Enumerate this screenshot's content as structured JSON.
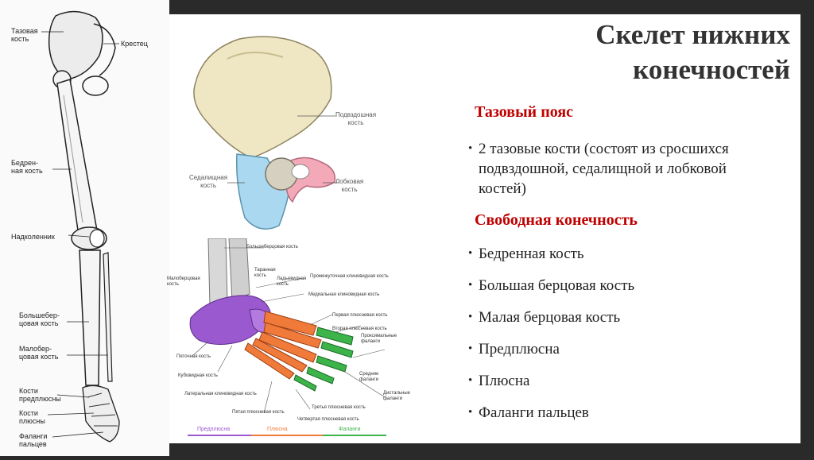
{
  "title": "Скелет нижних конечностей",
  "sections": [
    {
      "heading": "Тазовый пояс",
      "items": [
        "2 тазовые кости (состоят из сросшихся подвздошной, седалищной и лобковой костей)"
      ]
    },
    {
      "heading": "Свободная конечность",
      "items": [
        "Бедренная кость",
        "Большая берцовая кость",
        "Малая берцовая кость",
        "Предплюсна",
        "Плюсна",
        "Фаланги пальцев"
      ]
    }
  ],
  "leg_labels": {
    "pelvic": "Тазовая\nкость",
    "sacrum": "Крестец",
    "femur": "Бедрен-\nная кость",
    "patella": "Надколенник",
    "tibia": "Большебер-\nцовая кость",
    "fibula": "Малобер-\nцовая кость",
    "tarsus": "Кости\nпредплюсны",
    "metatarsus": "Кости\nплюсны",
    "phalanges": "Фаланги\nпальцев"
  },
  "pelvis_labels": {
    "ilium": "Подвздошная\nкость",
    "ischium": "Седалищная\nкость",
    "pubis": "Лобковая\nкость"
  },
  "foot_labels": {
    "tibia": "Большеберцовая кость",
    "fibula": "Малоберцовая\nкость",
    "talus": "Таранная\nкость",
    "navicular": "Ладьевидная\nкость",
    "intermediate_cuneiform": "Промежуточная клиновидная кость",
    "medial_cuneiform": "Медиальная клиновидная кость",
    "first_metatarsal": "Первая плюсневая кость",
    "second_metatarsal": "Вторая плюсневая кость",
    "proximal_phalanges": "Проксимальные\nфаланги",
    "calcaneus": "Пяточная кость",
    "cuboid": "Кубовидная кость",
    "lateral_cuneiform": "Латеральная клиновидная кость",
    "fifth_metatarsal": "Пятая плюсневая кость",
    "third_metatarsal": "Третья плюсневая кость",
    "fourth_metatarsal": "Четвертая плюсневая кость",
    "middle_phalanges": "Средние\nфаланги",
    "distal_phalanges": "Дистальные\nфаланги",
    "legend": {
      "tarsus": "Предплюсна",
      "metatarsus": "Плюсна",
      "phalanges": "Фаланги"
    }
  },
  "colors": {
    "heading_red": "#c00000",
    "tarsus_purple": "#9b59d0",
    "metatarsus_orange": "#f07a3a",
    "phalanges_green": "#3cb44a",
    "pubis_pink": "#f4a9b8",
    "ischium_blue": "#a9d8f0",
    "ilium_bone": "#efe6c4"
  }
}
